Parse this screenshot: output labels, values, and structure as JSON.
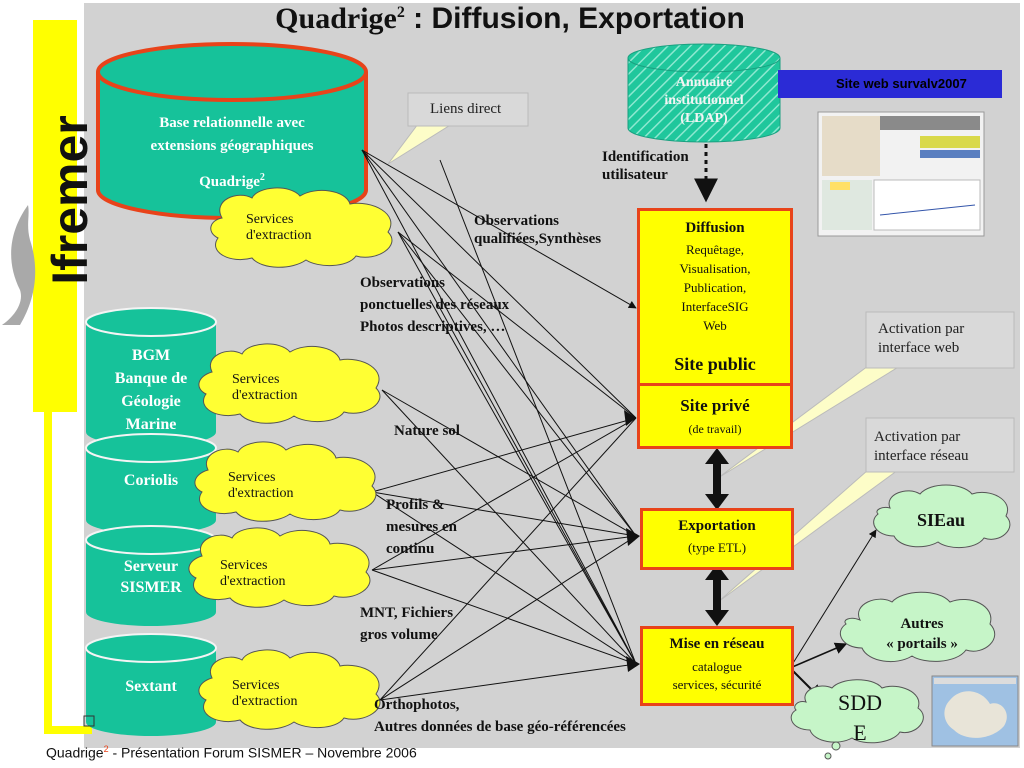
{
  "slide": {
    "title_part1": "Quadrige",
    "title_sup": "2",
    "title_part2": " : Diffusion, Exportation",
    "logo_text": "Ifremer",
    "footer_part1": "Quadrige",
    "footer_sup": "2",
    "footer_part2": " - Présentation Forum SISMER – Novembre 2006"
  },
  "databases": {
    "quadrige_line1": "Base relationnelle  avec",
    "quadrige_line2": "extensions géographiques",
    "quadrige_name": "Quadrige",
    "quadrige_sup": "2",
    "bgm": "BGM\nBanque de\nGéologie\nMarine",
    "coriolis": "Coriolis",
    "sismer": "Serveur\nSISMER",
    "sextant": "Sextant",
    "ldap": "Annuaire\ninstitutionnel\n(LDAP)"
  },
  "services": {
    "label": "Services\nd'extraction"
  },
  "boxes": {
    "diffusion_title": "Diffusion",
    "diffusion_items": "Requêtage,\nVisualisation,\nPublication,\nInterfaceSIG\nWeb",
    "site_public": "Site public",
    "site_prive": "Site privé",
    "site_prive_sub": "(de travail)",
    "exportation": "Exportation",
    "exportation_sub": "(type ETL)",
    "reseau": "Mise en réseau",
    "reseau_sub": "catalogue\nservices, sécurité"
  },
  "labels": {
    "liens_direct": "Liens direct",
    "identification": "Identification\nutilisateur",
    "obs_qualifiees": "Observations\nqualifiées,Synthèses",
    "obs_ponctuelles": "Observations\nponctuelles des réseaux\nPhotos descriptives, …",
    "nature_sol": "Nature sol",
    "profils": "Profils &\nmesures en\ncontinu",
    "mnt": "MNT, Fichiers\ngros volume",
    "ortho": "Orthophotos,\nAutres données de base géo-référencées",
    "site_web": "Site web survalv2007",
    "activation_web": "Activation par\ninterface web",
    "activation_reseau": "Activation par\ninterface réseau"
  },
  "clouds": {
    "sieau": "SIEau",
    "autres": "Autres\n« portails »",
    "sdde": "SDD\nE"
  },
  "colors": {
    "panel_bg": "#d2d2d2",
    "teal": "#16c29a",
    "yellow": "#ffff00",
    "red": "#e8431a",
    "light_green_cloud": "#c6f5c8",
    "blue_band": "#2b2bd6",
    "note_bg": "#d9d9d9",
    "note_pointer": "#fdfdc8"
  }
}
